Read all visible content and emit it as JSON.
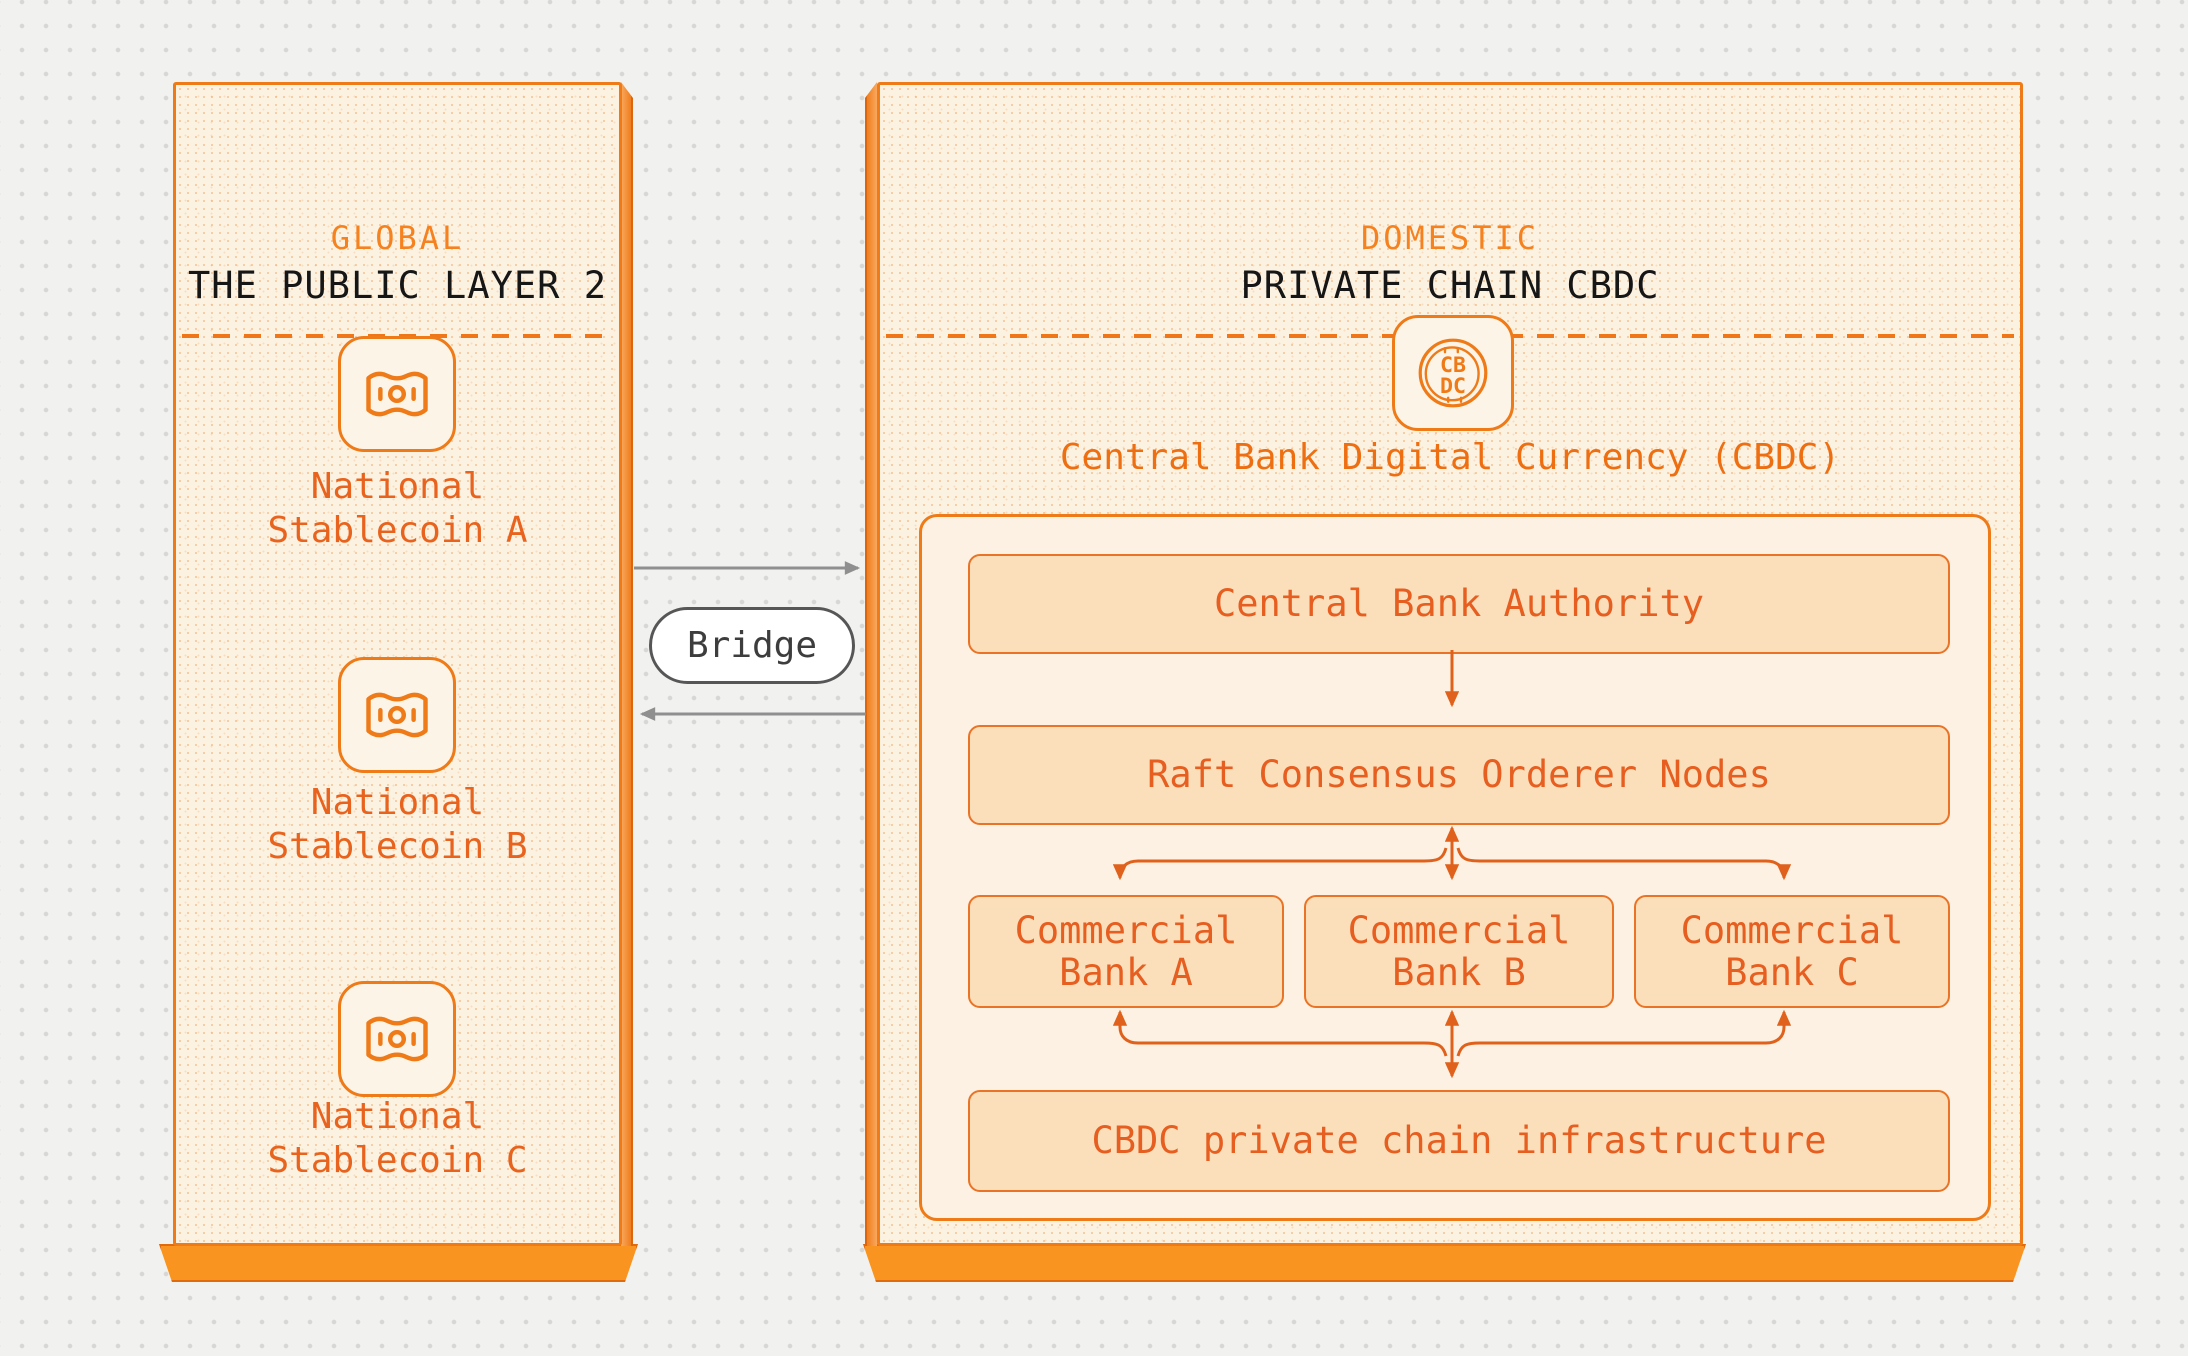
{
  "palette": {
    "accent_orange": "#EE7A18",
    "connector_orange": "#E0611B",
    "base_orange": "#F8941F",
    "panel_cream": "#FCF2E2",
    "node_fill": "#FBDFBB",
    "node_text": "#E65E20",
    "title_text": "#161616",
    "bridge_border": "#565656",
    "bridge_arrow_gray": "#8F8F8F"
  },
  "left_panel": {
    "label": "GLOBAL",
    "title": "THE PUBLIC LAYER 2",
    "items": [
      {
        "icon": "banknote-icon",
        "line1": "National",
        "line2": "Stablecoin A"
      },
      {
        "icon": "banknote-icon",
        "line1": "National",
        "line2": "Stablecoin B"
      },
      {
        "icon": "banknote-icon",
        "line1": "National",
        "line2": "Stablecoin C"
      }
    ]
  },
  "bridge": {
    "label": "Bridge"
  },
  "right_panel": {
    "label": "DOMESTIC",
    "title": "PRIVATE CHAIN CBDC",
    "coin": {
      "line1": "CB",
      "line2": "DC"
    },
    "caption": "Central Bank Digital Currency (CBDC)",
    "authority": "Central Bank Authority",
    "orderer": "Raft Consensus Orderer Nodes",
    "banks": [
      {
        "line1": "Commercial",
        "line2": "Bank A"
      },
      {
        "line1": "Commercial",
        "line2": "Bank B"
      },
      {
        "line1": "Commercial",
        "line2": "Bank C"
      }
    ],
    "infrastructure": "CBDC private chain infrastructure"
  }
}
